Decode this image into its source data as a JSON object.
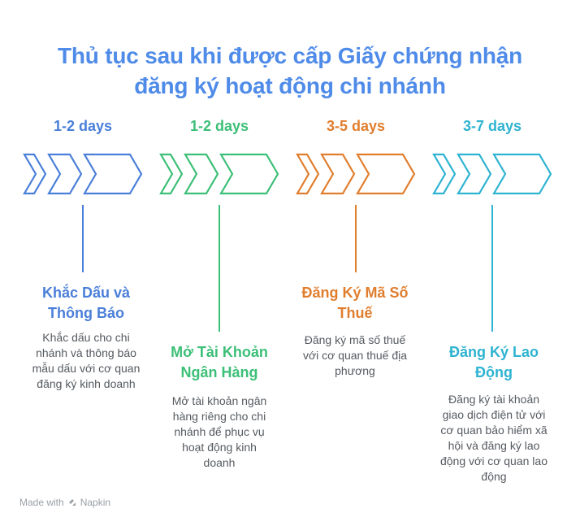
{
  "title": {
    "line1": "Thủ tục sau khi được cấp Giấy chứng nhận",
    "line2": "đăng ký hoạt động chi nhánh"
  },
  "colors": {
    "title": "#4f8be8",
    "stage1": "#4a7fd9",
    "stage2": "#3cbf77",
    "stage3": "#e07e2e",
    "stage4": "#2eb3d1",
    "desc": "#555a60",
    "footer": "#9aa0a6"
  },
  "stages": [
    {
      "duration": "1-2 days",
      "heading": [
        "Khắc Dấu và",
        "Thông Báo"
      ],
      "description": [
        "Khắc dấu cho chi",
        "nhánh và thông báo",
        "mẫu dấu với cơ quan",
        "đăng ký kinh doanh"
      ]
    },
    {
      "duration": "1-2 days",
      "heading": [
        "Mở Tài Khoản",
        "Ngân Hàng"
      ],
      "description": [
        "Mở tài khoản ngân",
        "hàng riêng cho chi",
        "nhánh để phục vụ",
        "hoạt động kinh",
        "doanh"
      ]
    },
    {
      "duration": "3-5 days",
      "heading": [
        "Đăng Ký Mã Số",
        "Thuế"
      ],
      "description": [
        "Đăng ký mã số thuế",
        "với cơ quan thuế địa",
        "phương"
      ]
    },
    {
      "duration": "3-7 days",
      "heading": [
        "Đăng Ký Lao",
        "Động"
      ],
      "description": [
        "Đăng ký tài khoản",
        "giao dịch điện tử với",
        "cơ quan bảo hiểm xã",
        "hội và đăng ký lao",
        "động với cơ quan lao",
        "động"
      ]
    }
  ],
  "footer": {
    "made_with": "Made with",
    "brand": "Napkin"
  }
}
